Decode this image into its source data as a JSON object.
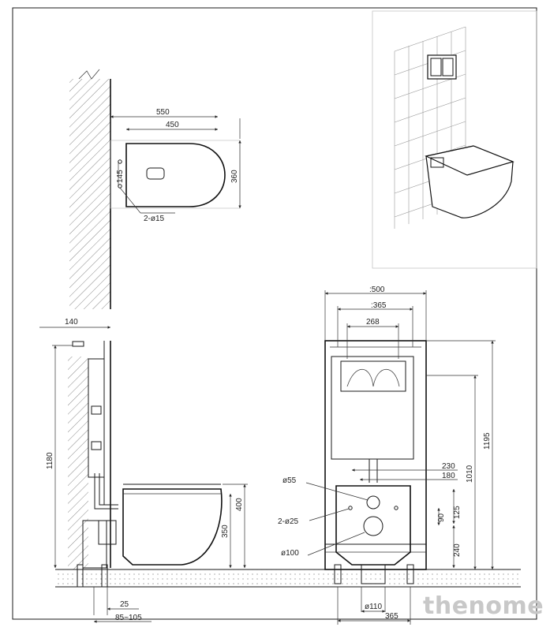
{
  "watermark": "thenome",
  "top_view": {
    "width_outer": "550",
    "width_inner": "450",
    "bowl_width": "360",
    "hole_spacing": "145",
    "holes": "2-ø15"
  },
  "side_view": {
    "wall_offset": "140",
    "frame_height": "1180",
    "bowl_height_top": "400",
    "bowl_height": "350",
    "pipe_offset": "25",
    "pipe_range": "85~105"
  },
  "front_view": {
    "frame_width": "500",
    "frame_inner": "365",
    "button_width": "268",
    "frame_height": "1195",
    "frame_height_inner": "1010",
    "bolt_spacing_outer": "230",
    "bolt_spacing_inner": "180",
    "pipe_55": "ø55",
    "holes_25": "2-ø25",
    "pipe_100": "ø100",
    "height_125": "125",
    "height_90": "90",
    "height_240": "240",
    "pipe_110": "ø110",
    "floor_width": "365"
  }
}
